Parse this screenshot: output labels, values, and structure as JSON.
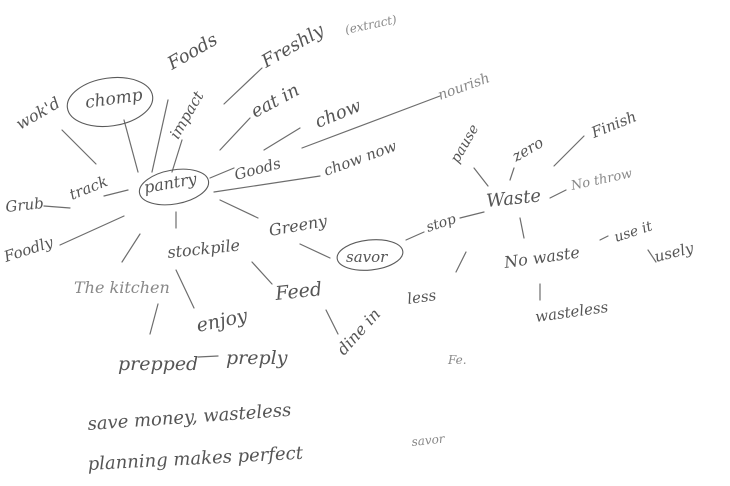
{
  "sketch": {
    "center": "pantry",
    "circled": [
      "chomp",
      "pantry",
      "savor"
    ],
    "words": {
      "chomp": "chomp",
      "pantry": "pantry",
      "foods": "Foods",
      "freshly": "Freshly",
      "freshly_note": "(extract)",
      "impact": "impact",
      "eat_in": "eat in",
      "word": "wok'd",
      "chow": "chow",
      "chow_now": "chow now",
      "goods": "Goods",
      "grub": "Grub",
      "track": "track",
      "foodly": "Foodly",
      "stockpile": "stockpile",
      "greeny": "Greeny",
      "the_kitchen": "The kitchen",
      "enjoy": "enjoy",
      "feed": "Feed",
      "prepped": "prepped",
      "preply": "preply",
      "dine_in": "dine in",
      "less": "less",
      "nourish": "nourish",
      "pause": "pause",
      "zero": "zero",
      "finish": "Finish",
      "stop": "stop",
      "waste": "Waste",
      "no_throw": "No throw",
      "savor": "savor",
      "no_waste": "No waste",
      "use_it": "use it",
      "usely": "usely",
      "wasteless": "wasteless",
      "fe": "Fe.",
      "savor_small": "savor",
      "note_1": "save money, wasteless",
      "note_2": "planning makes perfect"
    }
  }
}
